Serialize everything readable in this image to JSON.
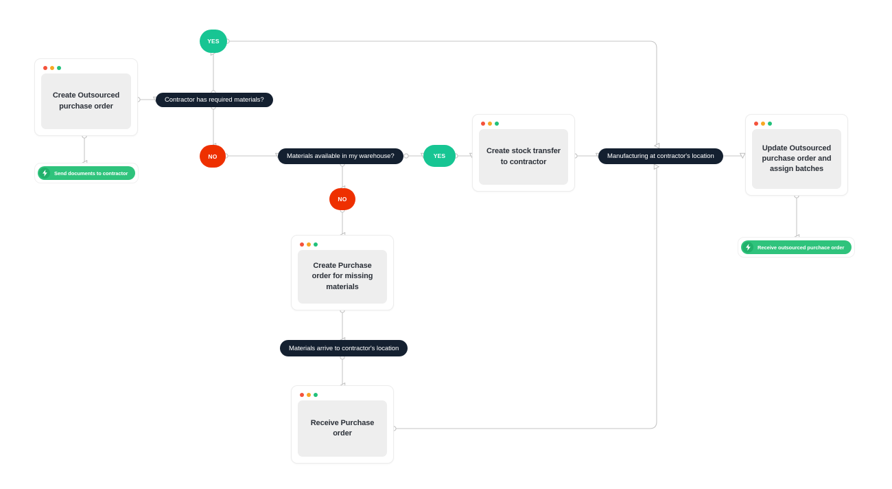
{
  "diagram": {
    "title": "Outsourced manufacturing process flow",
    "background": "#ffffff",
    "colors": {
      "dark_node": "#142030",
      "yes_green": "#17c593",
      "no_red": "#ee3000",
      "chip_green": "#2fc37c",
      "chip_icon_green": "#21b16b",
      "card_body_gray": "#eeeeee",
      "edge_gray": "#bfbfbf",
      "dot_red": "#f4523b",
      "dot_yellow": "#f7a723",
      "dot_green": "#21c17a"
    }
  },
  "nodes": {
    "create_outsourced_po": {
      "label": "Create Outsourced purchase order",
      "type": "card"
    },
    "send_documents": {
      "label": "Send documents  to contractor",
      "type": "action-chip",
      "icon": "lightning-bolt-icon"
    },
    "contractor_has_materials": {
      "label": "Contractor has required materials?",
      "type": "decision"
    },
    "yes_top": {
      "label": "YES",
      "type": "badge"
    },
    "no_left": {
      "label": "NO",
      "type": "badge"
    },
    "materials_available": {
      "label": "Materials available in my warehouse?",
      "type": "decision"
    },
    "yes_mid": {
      "label": "YES",
      "type": "badge"
    },
    "no_mid": {
      "label": "NO",
      "type": "badge"
    },
    "create_stock_transfer": {
      "label": "Create stock transfer to contractor",
      "type": "card"
    },
    "manufacturing_at_contractor": {
      "label": "Manufacturing at contractor's location",
      "type": "decision"
    },
    "update_outsourced_po": {
      "label": "Update Outsourced purchase order and assign batches",
      "type": "card"
    },
    "receive_outsourced_po": {
      "label": "Receive outsourced purchace order",
      "type": "action-chip",
      "icon": "lightning-bolt-icon"
    },
    "create_po_missing": {
      "label": "Create Purchase order for missing materials",
      "type": "card"
    },
    "materials_arrive": {
      "label": "Materials arrive to contractor's location",
      "type": "decision"
    },
    "receive_po": {
      "label": "Receive Purchase order",
      "type": "card"
    }
  },
  "edges": [
    {
      "from": "create_outsourced_po",
      "to": "contractor_has_materials"
    },
    {
      "from": "create_outsourced_po",
      "to": "send_documents"
    },
    {
      "from": "contractor_has_materials",
      "to": "yes_top"
    },
    {
      "from": "contractor_has_materials",
      "to": "no_left"
    },
    {
      "from": "yes_top",
      "to": "manufacturing_at_contractor"
    },
    {
      "from": "no_left",
      "to": "materials_available"
    },
    {
      "from": "materials_available",
      "to": "yes_mid"
    },
    {
      "from": "materials_available",
      "to": "no_mid"
    },
    {
      "from": "yes_mid",
      "to": "create_stock_transfer"
    },
    {
      "from": "create_stock_transfer",
      "to": "manufacturing_at_contractor"
    },
    {
      "from": "manufacturing_at_contractor",
      "to": "update_outsourced_po"
    },
    {
      "from": "update_outsourced_po",
      "to": "receive_outsourced_po"
    },
    {
      "from": "no_mid",
      "to": "create_po_missing"
    },
    {
      "from": "create_po_missing",
      "to": "materials_arrive"
    },
    {
      "from": "materials_arrive",
      "to": "receive_po"
    },
    {
      "from": "receive_po",
      "to": "manufacturing_at_contractor"
    }
  ]
}
